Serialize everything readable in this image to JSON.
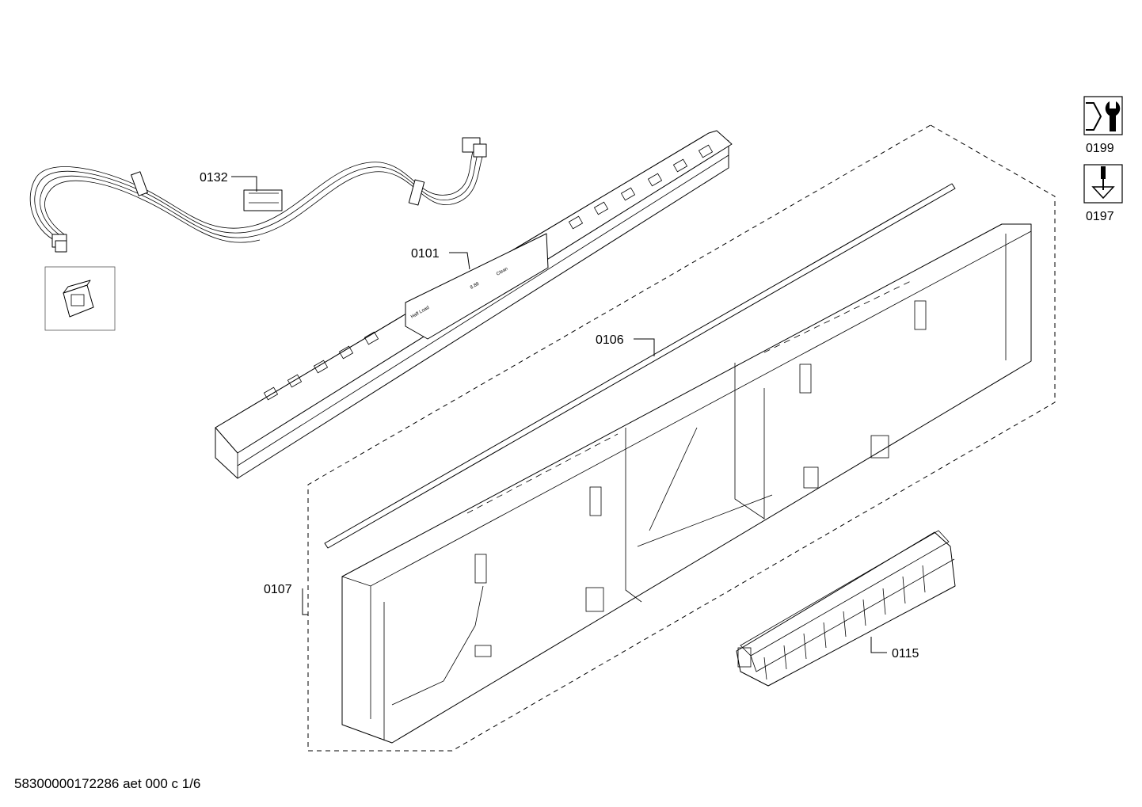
{
  "parts": {
    "p0132": "0132",
    "p0101": "0101",
    "p0106": "0106",
    "p0107": "0107",
    "p0115": "0115",
    "p0199": "0199",
    "p0197": "0197"
  },
  "icons": {
    "tool_top": "wrench-icon",
    "tool_bottom": "screwdriver-icon"
  },
  "footer": "58300000172286 aet 000 c 1/6"
}
